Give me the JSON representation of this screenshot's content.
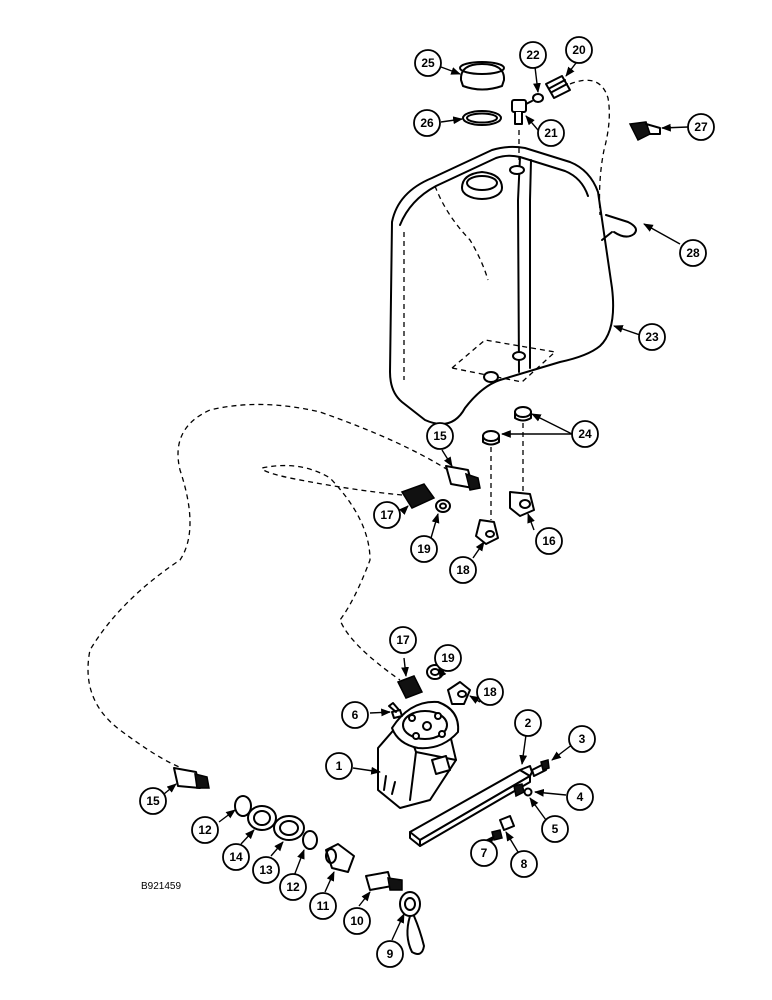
{
  "figure_ref": "B921459",
  "callouts": {
    "c1": "1",
    "c2": "2",
    "c3": "3",
    "c4": "4",
    "c5": "5",
    "c6": "6",
    "c7": "7",
    "c8": "8",
    "c9": "9",
    "c10": "10",
    "c11": "11",
    "c12a": "12",
    "c12b": "12",
    "c13": "13",
    "c14": "14",
    "c15a": "15",
    "c15b": "15",
    "c16": "16",
    "c17a": "17",
    "c17b": "17",
    "c18a": "18",
    "c18b": "18",
    "c19a": "19",
    "c19b": "19",
    "c20": "20",
    "c21": "21",
    "c22": "22",
    "c23": "23",
    "c24": "24",
    "c25": "25",
    "c26": "26",
    "c27": "27",
    "c28": "28"
  }
}
